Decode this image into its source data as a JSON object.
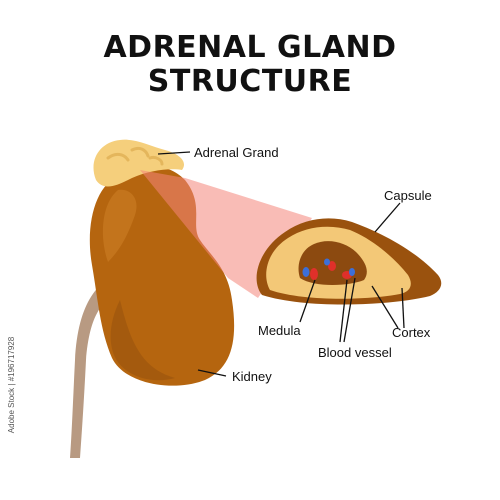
{
  "title": {
    "line1": "ADRENAL GLAND",
    "line2": "STRUCTURE"
  },
  "labels": {
    "adrenal": "Adrenal Grand",
    "capsule": "Capsule",
    "medula": "Medula",
    "cortex": "Cortex",
    "blood_vessel": "Blood vessel",
    "kidney": "Kidney"
  },
  "watermark": {
    "id_text": "Adobe Stock | #196717928"
  },
  "colors": {
    "kidney": "#b5650f",
    "kidney_dark": "#8a4c0c",
    "adrenal": "#f5cf7c",
    "cortex": "#f3c877",
    "medulla": "#8c4a10",
    "capsule": "#9a520e",
    "ureter": "#b89a82",
    "beam": "#f4857a",
    "vessel_red": "#e0302a",
    "vessel_blue": "#3c6fd8"
  }
}
